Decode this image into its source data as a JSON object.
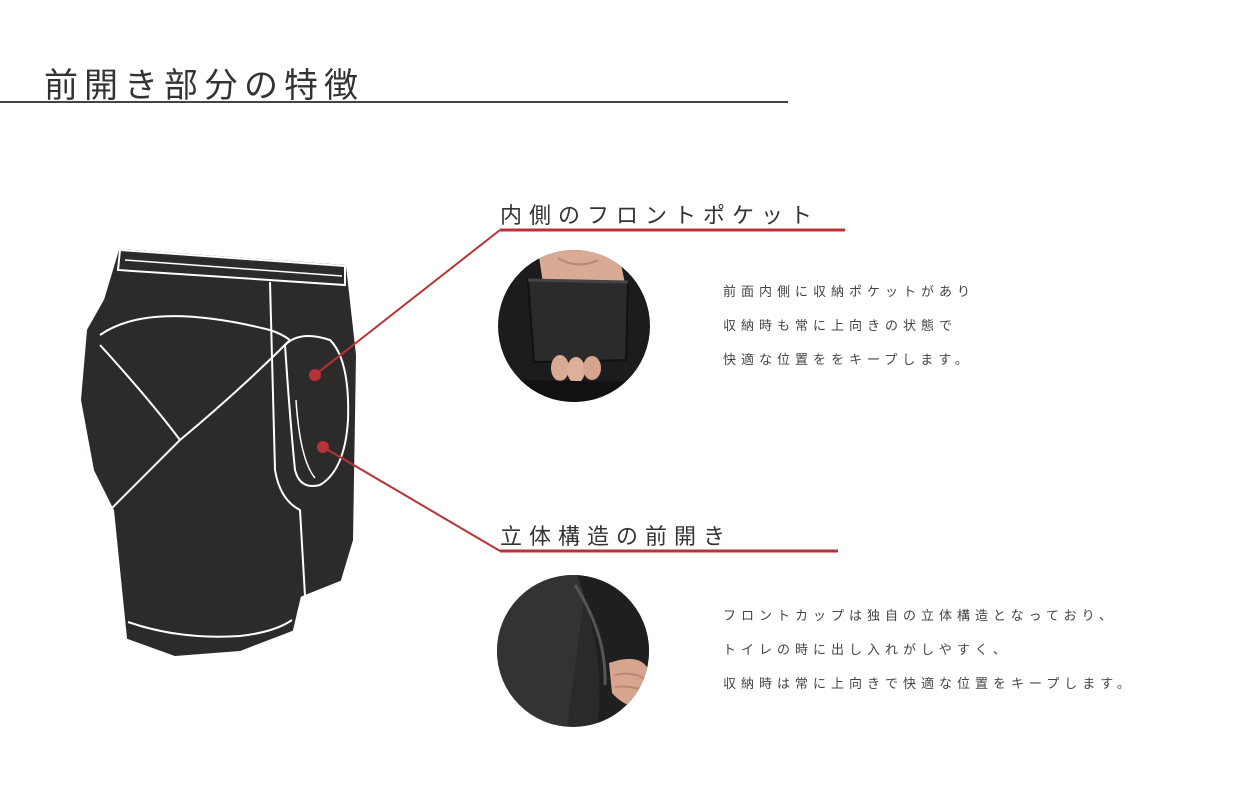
{
  "header": {
    "title": "前開き部分の特徴"
  },
  "sections": [
    {
      "heading": "内側のフロントポケット",
      "lines": [
        "前面内側に収納ポケットがあり",
        "収納時も常に上向きの状態で",
        "快適な位置ををキープします。"
      ]
    },
    {
      "heading": "立体構造の前開き",
      "lines": [
        "フロントカップは独自の立体構造となっており、",
        "トイレの時に出し入れがしやすく、",
        "収納時は常に上向きで快適な位置をキープします。"
      ]
    }
  ],
  "colors": {
    "accent": "#b83238",
    "garment": "#2d2b2a",
    "stitch": "#ffffff"
  }
}
